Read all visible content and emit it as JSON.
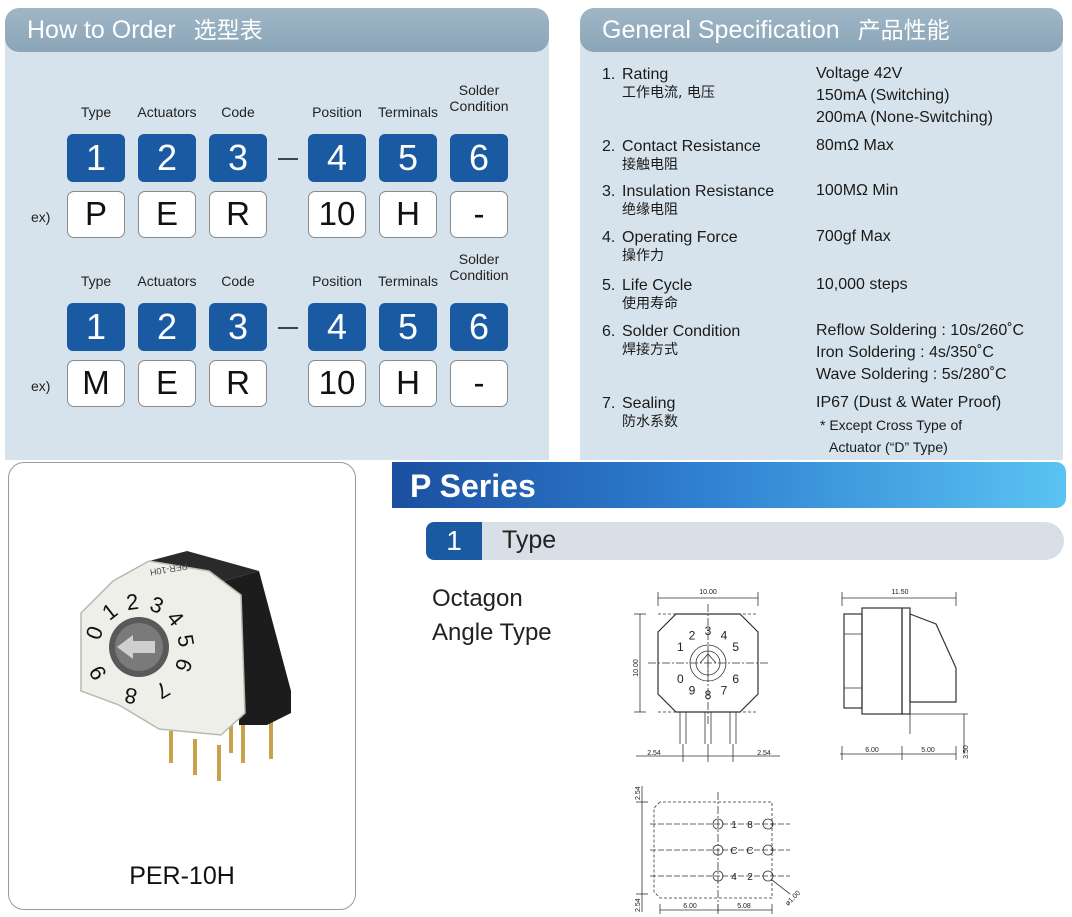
{
  "order": {
    "title": "How to Order",
    "title_zh": "选型表",
    "rows": [
      {
        "headers": [
          "Type",
          "Actuators",
          "Code",
          "Position",
          "Terminals",
          "Solder\nCondition"
        ],
        "numbers": [
          "1",
          "2",
          "3",
          "4",
          "5",
          "6"
        ],
        "example_label": "ex)",
        "example": [
          "P",
          "E",
          "R",
          "10",
          "H",
          "-"
        ]
      },
      {
        "headers": [
          "Type",
          "Actuators",
          "Code",
          "Position",
          "Terminals",
          "Solder\nCondition"
        ],
        "numbers": [
          "1",
          "2",
          "3",
          "4",
          "5",
          "6"
        ],
        "example_label": "ex)",
        "example": [
          "M",
          "E",
          "R",
          "10",
          "H",
          "-"
        ]
      }
    ]
  },
  "spec": {
    "title": "General Specification",
    "title_zh": "产品性能",
    "items": [
      {
        "num": "1.",
        "en": "Rating",
        "zh": "工作电流, 电压",
        "values": [
          "Voltage 42V",
          "150mA (Switching)",
          "200mA (None-Switching)"
        ]
      },
      {
        "num": "2.",
        "en": "Contact Resistance",
        "zh": "接触电阻",
        "values": [
          "80mΩ  Max"
        ]
      },
      {
        "num": "3.",
        "en": "Insulation Resistance",
        "zh": "绝缘电阻",
        "values": [
          "100MΩ  Min"
        ]
      },
      {
        "num": "4.",
        "en": "Operating Force",
        "zh": "操作力",
        "values": [
          "700gf  Max"
        ]
      },
      {
        "num": "5.",
        "en": "Life Cycle",
        "zh": "使用寿命",
        "values": [
          "10,000 steps"
        ]
      },
      {
        "num": "6.",
        "en": "Solder Condition",
        "zh": "焊接方式",
        "values": [
          "Reflow Soldering : 10s/260˚C",
          "Iron Soldering : 4s/350˚C",
          "Wave Soldering : 5s/280˚C"
        ]
      },
      {
        "num": "7.",
        "en": "Sealing",
        "zh": "防水系数",
        "values": [
          "IP67 (Dust & Water Proof)"
        ]
      }
    ],
    "note_line1": "* Except Cross Type of",
    "note_line2": "Actuator (“D” Type)"
  },
  "product": {
    "part_name": "PER-10H",
    "dial_digits": [
      "0",
      "1",
      "2",
      "3",
      "4",
      "5",
      "6",
      "7",
      "8",
      "9"
    ],
    "case_print": "PER-10H"
  },
  "series": {
    "title": "P Series",
    "section_num": "1",
    "section_label": "Type",
    "type_desc_line1": "Octagon",
    "type_desc_line2": "Angle Type"
  },
  "drawings": {
    "front_width": "10.00",
    "front_height": "10.00",
    "pitch_left": "2.54",
    "pitch_right": "2.54",
    "front_digits": [
      "1",
      "2",
      "3",
      "4",
      "5",
      "6",
      "7",
      "8",
      "9",
      "0"
    ],
    "side_width": "11.50",
    "side_depth_a": "6.00",
    "side_depth_b": "5.00",
    "side_pin": "3.50",
    "pcb_pitch_top": "2.54",
    "pcb_pitch_bottom": "2.54",
    "pcb_dim_a": "6.00",
    "pcb_dim_b": "5.08",
    "pcb_hole": "ø1.00",
    "pcb_pin_labels": [
      [
        "1",
        "8"
      ],
      [
        "C",
        "C"
      ],
      [
        "4",
        "2"
      ]
    ]
  },
  "colors": {
    "blue_box": "#1a5aa3",
    "panel_bg": "#d7e3ec",
    "panel_head": "#8ba5b8"
  }
}
